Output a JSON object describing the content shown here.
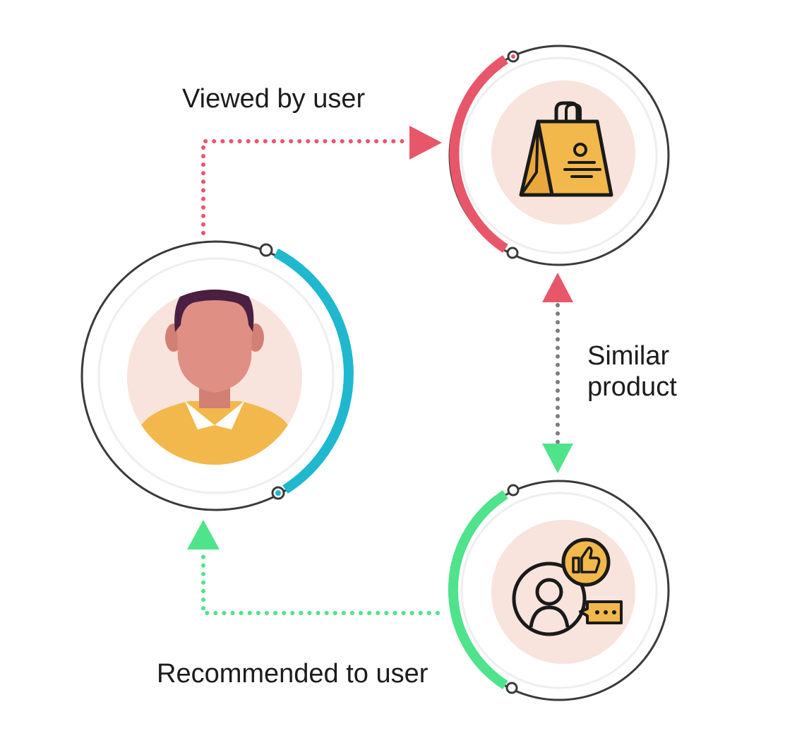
{
  "labels": {
    "viewed_by_user": "Viewed by user",
    "similar_line1": "Similar",
    "similar_line2": "product",
    "recommended_to_user": "Recommended to user"
  },
  "colors": {
    "red_accent": "#e8566a",
    "teal_accent": "#1fb8cf",
    "green_accent": "#4fe38c",
    "grey_dots": "#7d7d7d",
    "ring_outline": "#3a3a3a",
    "icon_bg": "#f8e4dc",
    "shirt_yellow": "#f2b84b",
    "skin": "#df8f84",
    "hair": "#4a1f42"
  },
  "nodes": [
    {
      "id": "user",
      "icon": "user-avatar-icon"
    },
    {
      "id": "product",
      "icon": "shopping-bag-icon"
    },
    {
      "id": "recommendation",
      "icon": "recommend-user-icon"
    }
  ]
}
